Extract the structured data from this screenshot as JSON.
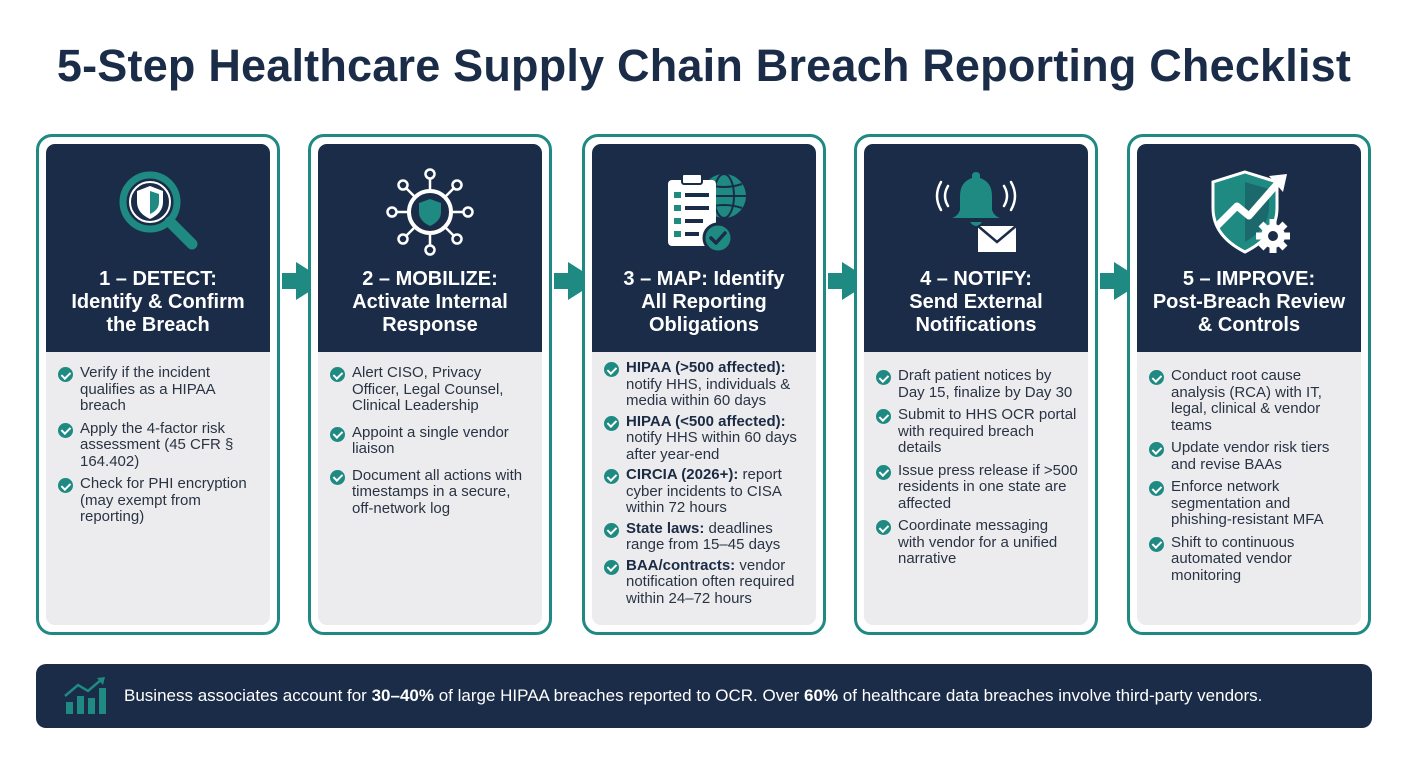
{
  "title": "5-Step Healthcare Supply Chain Breach Reporting Checklist",
  "colors": {
    "navy": "#1b2c48",
    "teal": "#1e8a82",
    "panel": "#ececee"
  },
  "steps": [
    {
      "icon": "magnifier-shield-icon",
      "title_line1": "1 – DETECT:",
      "title_line2": "Identify & Confirm",
      "title_line3": "the Breach",
      "bullets": [
        {
          "bold": "",
          "text": "Verify if the incident qualifies as a HIPAA breach"
        },
        {
          "bold": "",
          "text": "Apply the 4-factor risk assessment (45 CFR § 164.402)"
        },
        {
          "bold": "",
          "text": "Check for PHI encryption (may exempt from reporting)"
        }
      ]
    },
    {
      "icon": "network-shield-icon",
      "title_line1": "2 – MOBILIZE:",
      "title_line2": "Activate Internal",
      "title_line3": "Response",
      "bullets": [
        {
          "bold": "",
          "text": "Alert CISO, Privacy Officer, Legal Counsel, Clinical Leadership"
        },
        {
          "bold": "",
          "text": "Appoint a single vendor liaison"
        },
        {
          "bold": "",
          "text": "Document all actions with timestamps in a secure, off-network log"
        }
      ]
    },
    {
      "icon": "clipboard-globe-icon",
      "title_line1": "3 – MAP: Identify",
      "title_line2": "All Reporting",
      "title_line3": "Obligations",
      "bullets": [
        {
          "bold": "HIPAA (>500 affected):",
          "text": " notify HHS, individuals & media within 60 days"
        },
        {
          "bold": "HIPAA (<500 affected):",
          "text": " notify HHS within 60 days after year-end"
        },
        {
          "bold": "CIRCIA (2026+):",
          "text": " report cyber incidents to CISA within 72 hours"
        },
        {
          "bold": "State laws:",
          "text": " deadlines range from 15–45 days"
        },
        {
          "bold": "BAA/contracts:",
          "text": " vendor notification often required within 24–72 hours"
        }
      ]
    },
    {
      "icon": "bell-envelope-icon",
      "title_line1": "4 – NOTIFY:",
      "title_line2": "Send External",
      "title_line3": "Notifications",
      "bullets": [
        {
          "bold": "",
          "text": "Draft patient notices by Day 15, finalize by Day 30"
        },
        {
          "bold": "",
          "text": "Submit to HHS OCR portal with required breach details"
        },
        {
          "bold": "",
          "text": "Issue press release if >500 residents in one state are affected"
        },
        {
          "bold": "",
          "text": "Coordinate messaging with vendor for a unified narrative"
        }
      ]
    },
    {
      "icon": "shield-trend-gear-icon",
      "title_line1": "5 – IMPROVE:",
      "title_line2": "Post-Breach Review",
      "title_line3": "& Controls",
      "bullets": [
        {
          "bold": "",
          "text": "Conduct root cause analysis (RCA) with IT, legal, clinical & vendor teams"
        },
        {
          "bold": "",
          "text": "Update vendor risk tiers and revise BAAs"
        },
        {
          "bold": "",
          "text": "Enforce network segmentation and phishing-resistant MFA"
        },
        {
          "bold": "",
          "text": "Shift to continuous automated vendor monitoring"
        }
      ]
    }
  ],
  "footer": {
    "icon": "bar-chart-trend-icon",
    "part1": "Business associates account for ",
    "bold1": "30–40%",
    "part2": " of large HIPAA breaches reported to OCR. Over ",
    "bold2": "60%",
    "part3": " of healthcare data breaches involve third-party vendors."
  }
}
